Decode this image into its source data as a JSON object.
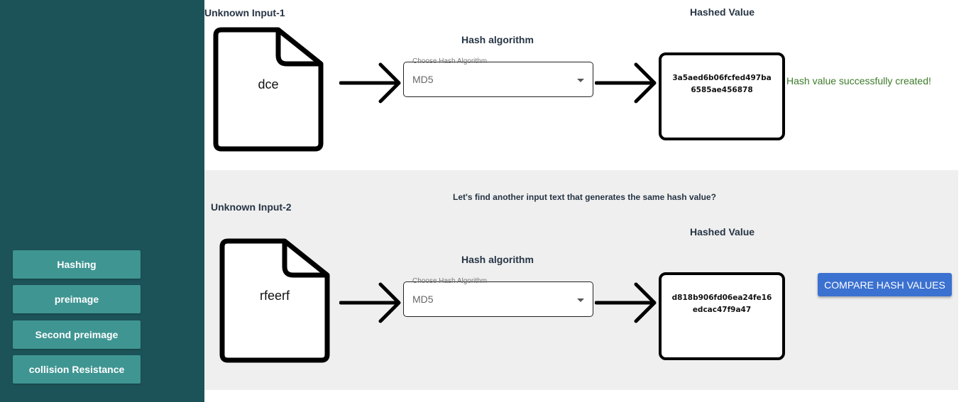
{
  "sidebar": {
    "items": [
      {
        "label": "Hashing"
      },
      {
        "label": "preimage"
      },
      {
        "label": "Second preimage"
      },
      {
        "label": "collision Resistance"
      }
    ]
  },
  "section1": {
    "input_title": "Unknown Input-1",
    "input_text": "dce",
    "algo_title": "Hash algorithm",
    "select_label": "Choose Hash Algorithm",
    "select_value": "MD5",
    "hash_title": "Hashed Value",
    "hash_value": "3a5aed6b06fcfed497ba6585ae456878",
    "status": "Hash value successfully created!"
  },
  "section2": {
    "prompt": "Let's find another input text that generates the same hash value?",
    "input_title": "Unknown Input-2",
    "input_text": "rfeerf",
    "algo_title": "Hash algorithm",
    "select_label": "Choose Hash Algorithm",
    "select_value": "MD5",
    "hash_title": "Hashed Value",
    "hash_value": "d818b906fd06ea24fe16edcac47f9a47",
    "compare_button": "COMPARE HASH VALUES"
  },
  "colors": {
    "sidebar": "#1c5358",
    "nav_button": "#3f9592",
    "panel2_bg": "#efefef",
    "success": "#3d7a2a",
    "compare_button": "#3b71d0"
  },
  "icons": [
    "file-icon",
    "arrow-right-icon",
    "caret-down-icon"
  ]
}
